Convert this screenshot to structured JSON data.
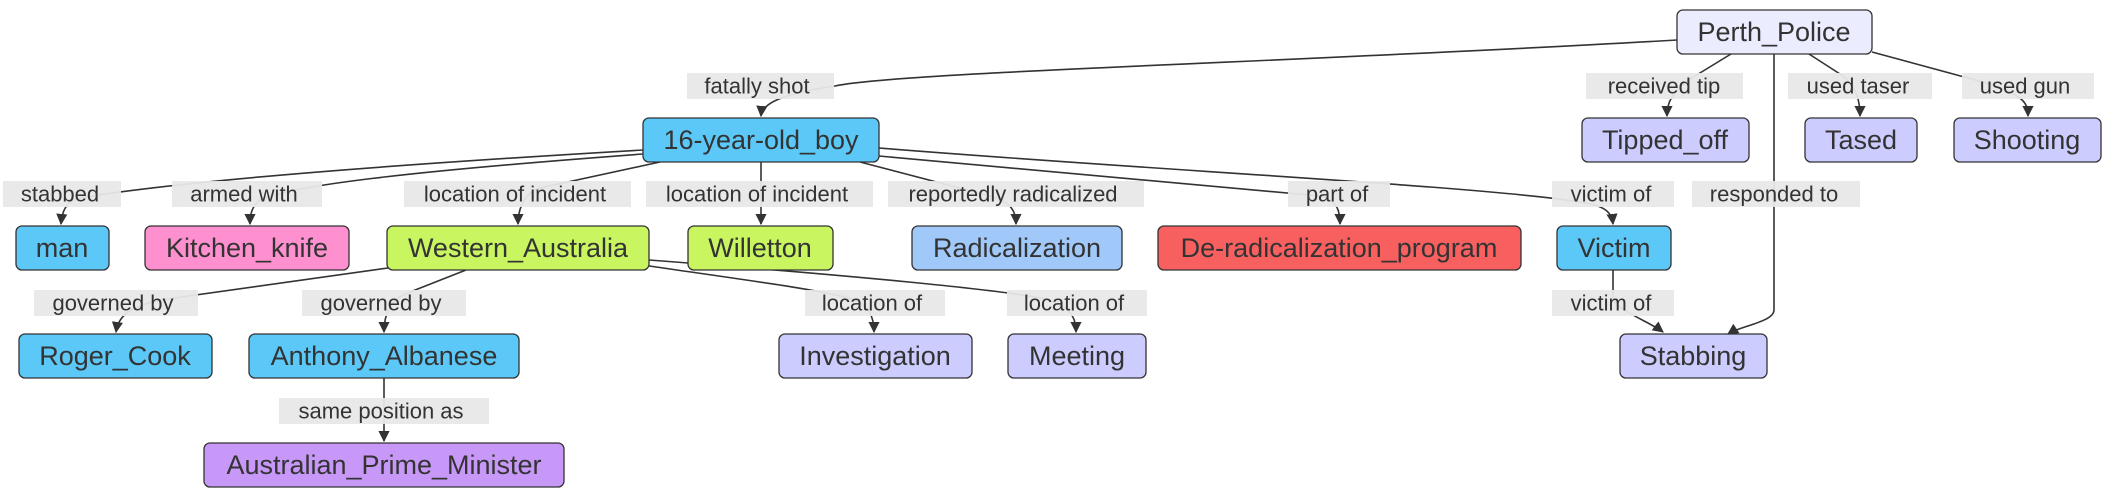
{
  "nodes": {
    "perth_police": {
      "label": "Perth_Police",
      "color": "#ececff"
    },
    "boy": {
      "label": "16-year-old_boy",
      "color": "#5cc8f8"
    },
    "tipped_off": {
      "label": "Tipped_off",
      "color": "#ccccff"
    },
    "tased": {
      "label": "Tased",
      "color": "#ccccff"
    },
    "shooting": {
      "label": "Shooting",
      "color": "#ccccff"
    },
    "man": {
      "label": "man",
      "color": "#5cc8f8"
    },
    "kitchen_knife": {
      "label": "Kitchen_knife",
      "color": "#ff90d0"
    },
    "western_australia": {
      "label": "Western_Australia",
      "color": "#c8f560"
    },
    "willetton": {
      "label": "Willetton",
      "color": "#c8f560"
    },
    "radicalization": {
      "label": "Radicalization",
      "color": "#a0c8f8"
    },
    "deradicalization": {
      "label": "De-radicalization_program",
      "color": "#f86060"
    },
    "victim": {
      "label": "Victim",
      "color": "#5cc8f8"
    },
    "roger_cook": {
      "label": "Roger_Cook",
      "color": "#5cc8f8"
    },
    "anthony_albanese": {
      "label": "Anthony_Albanese",
      "color": "#5cc8f8"
    },
    "investigation": {
      "label": "Investigation",
      "color": "#ccccff"
    },
    "meeting": {
      "label": "Meeting",
      "color": "#ccccff"
    },
    "stabbing": {
      "label": "Stabbing",
      "color": "#ccccff"
    },
    "australian_pm": {
      "label": "Australian_Prime_Minister",
      "color": "#c898f8"
    }
  },
  "edges": [
    {
      "id": "fatally-shot",
      "label": "fatally shot"
    },
    {
      "id": "received-tip",
      "label": "received tip"
    },
    {
      "id": "used-taser",
      "label": "used taser"
    },
    {
      "id": "used-gun",
      "label": "used gun"
    },
    {
      "id": "responded-to",
      "label": "responded to"
    },
    {
      "id": "stabbed",
      "label": "stabbed"
    },
    {
      "id": "armed-with",
      "label": "armed with"
    },
    {
      "id": "location-of-incident-wa",
      "label": "location of incident"
    },
    {
      "id": "location-of-incident-willetton",
      "label": "location of incident"
    },
    {
      "id": "reportedly-radicalized",
      "label": "reportedly radicalized"
    },
    {
      "id": "part-of",
      "label": "part of"
    },
    {
      "id": "victim-of-boy",
      "label": "victim of"
    },
    {
      "id": "governed-by-cook",
      "label": "governed by"
    },
    {
      "id": "governed-by-albanese",
      "label": "governed by"
    },
    {
      "id": "location-of-investigation",
      "label": "location of"
    },
    {
      "id": "location-of-meeting",
      "label": "location of"
    },
    {
      "id": "victim-of-victim",
      "label": "victim of"
    },
    {
      "id": "same-position-as",
      "label": "same position as"
    }
  ]
}
